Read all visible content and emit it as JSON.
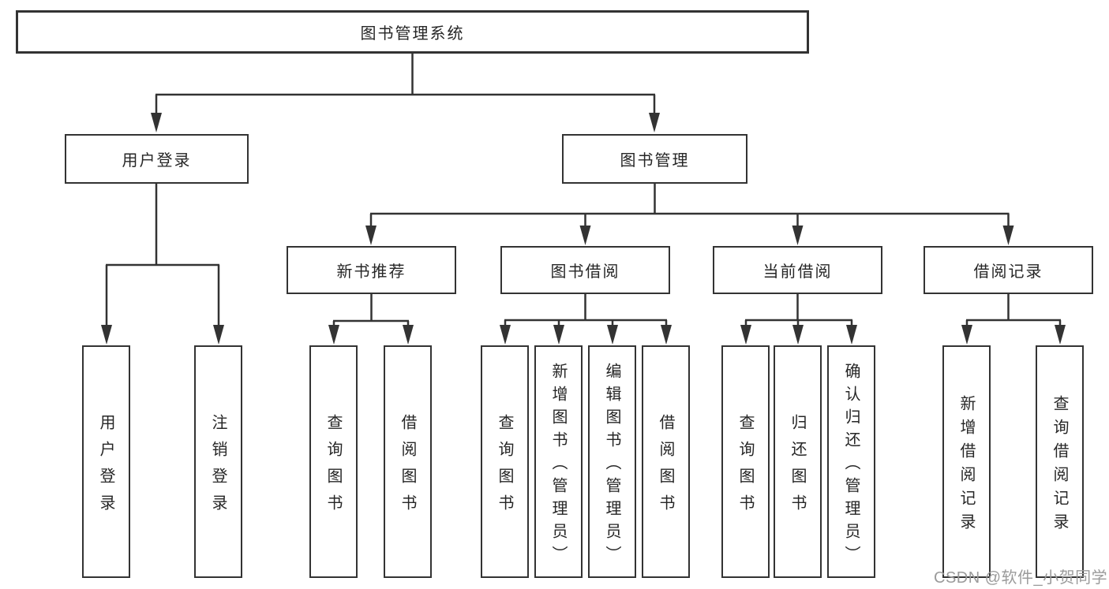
{
  "diagram": {
    "root": {
      "label": "图书管理系统"
    },
    "branches": {
      "user_login": {
        "label": "用户登录",
        "children": [
          {
            "label": "用户登录"
          },
          {
            "label": "注销登录"
          }
        ]
      },
      "book_management": {
        "label": "图书管理",
        "children": {
          "new_book_recommend": {
            "label": "新书推荐",
            "children": [
              {
                "label": "查询图书"
              },
              {
                "label": "借阅图书"
              }
            ]
          },
          "book_borrow": {
            "label": "图书借阅",
            "children": [
              {
                "label": "查询图书"
              },
              {
                "label": "新增图书（管理员）"
              },
              {
                "label": "编辑图书（管理员）"
              },
              {
                "label": "借阅图书"
              }
            ]
          },
          "current_borrow": {
            "label": "当前借阅",
            "children": [
              {
                "label": "查询图书"
              },
              {
                "label": "归还图书"
              },
              {
                "label": "确认归还（管理员）"
              }
            ]
          },
          "borrow_records": {
            "label": "借阅记录",
            "children": [
              {
                "label": "新增借阅记录"
              },
              {
                "label": "查询借阅记录"
              }
            ]
          }
        }
      }
    }
  },
  "watermark": {
    "text": "CSDN @软件_小贺同学"
  },
  "colors": {
    "line": "#333333",
    "text": "#262626",
    "box_background": "#ffffff",
    "page_background": "#ffffff",
    "watermark": "#9b9b9b"
  }
}
